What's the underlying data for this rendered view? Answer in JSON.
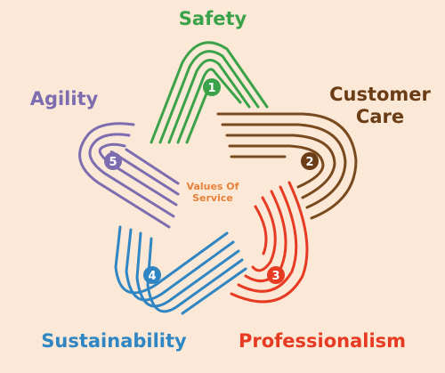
{
  "diagram": {
    "center_label_line1": "Values Of",
    "center_label_line2": "Service",
    "values": [
      {
        "number": "1",
        "label_lines": [
          "Safety"
        ],
        "color": "#3aa34a"
      },
      {
        "number": "2",
        "label_lines": [
          "Customer",
          "Care"
        ],
        "color": "#6b3d16"
      },
      {
        "number": "3",
        "label_lines": [
          "Professionalism"
        ],
        "color": "#e63a22"
      },
      {
        "number": "4",
        "label_lines": [
          "Sustainability"
        ],
        "color": "#2f86c3"
      },
      {
        "number": "5",
        "label_lines": [
          "Agility"
        ],
        "color": "#7d6db0"
      }
    ],
    "center_color": "#e8823a",
    "background": "#fbe8d6"
  }
}
